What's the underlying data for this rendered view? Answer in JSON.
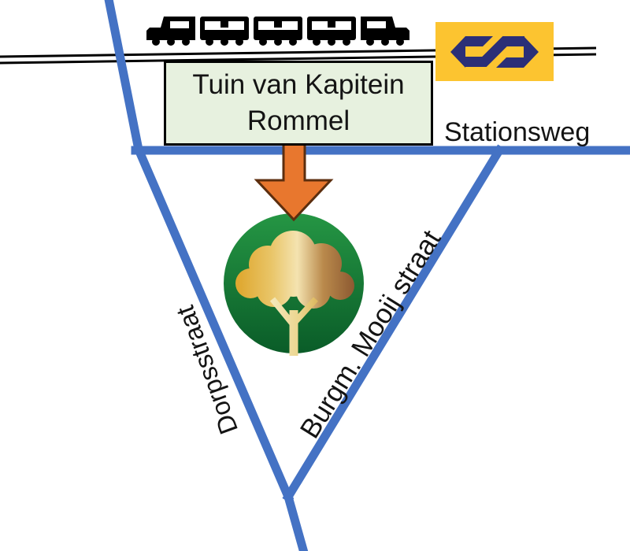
{
  "venue": {
    "name": "Tuin van Kapitein Rommel"
  },
  "streets": {
    "stationsweg": "Stationsweg",
    "dorpsstraat": "Dorpsstraat",
    "burgm_mooij": "Burgm. Mooij straat"
  },
  "icons": {
    "train": "train-icon",
    "ns_logo": "ns-railways-logo",
    "arrow": "arrow-down-icon",
    "tree": "tree-icon",
    "railway": "railway-track"
  },
  "colors": {
    "street": "#4472C4",
    "rail": "#000000",
    "train": "#000000",
    "train_window": "#FFFFFF",
    "venue_box_fill": "#E7F1DF",
    "venue_box_border": "#000000",
    "arrow_fill": "#E8772E",
    "arrow_outline": "#5C2E0E",
    "ns_yellow": "#FCC430",
    "ns_blue": "#2B2F77",
    "tree_green_top": "#259644",
    "tree_green_bottom": "#0A5C28",
    "canopy_gold": "#DFA830",
    "canopy_mid_gold": "#E9C568",
    "canopy_light": "#F4E3B0",
    "canopy_tan": "#BA8A4C",
    "canopy_brown": "#8A5730",
    "trunk_light": "#F5EBC0",
    "trunk_mid": "#EBD48C",
    "trunk_gold": "#D8AE4E",
    "label_text": "#141414"
  }
}
